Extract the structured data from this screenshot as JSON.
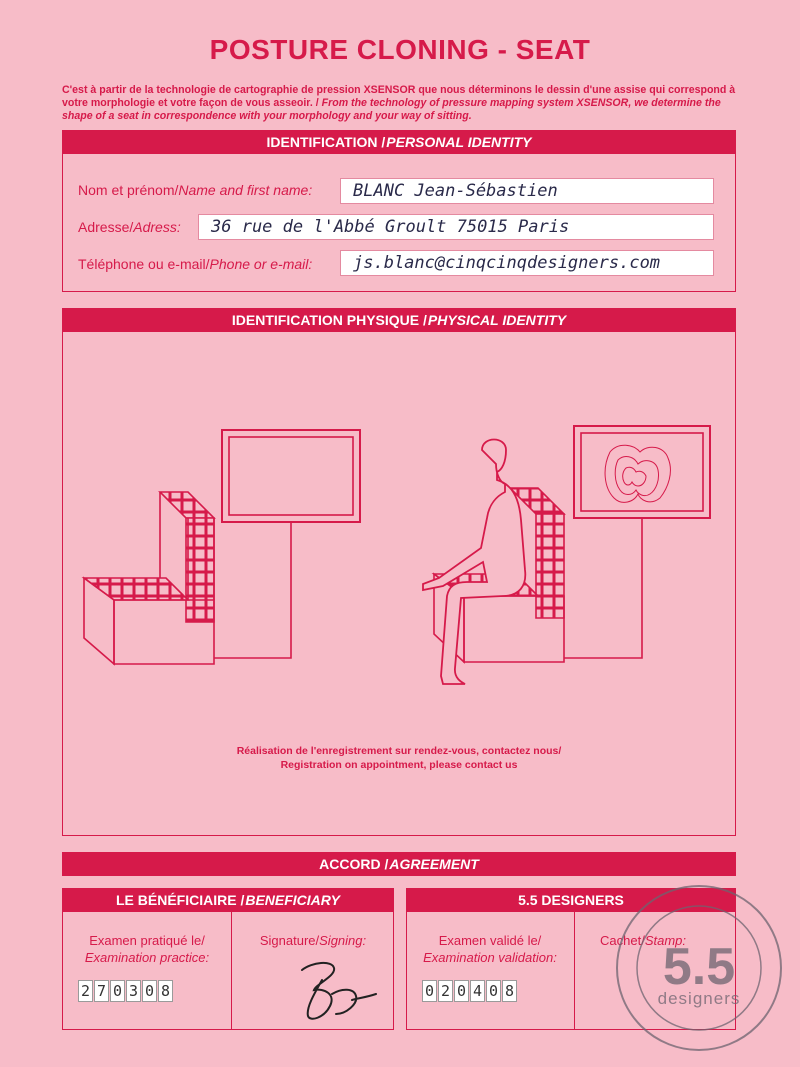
{
  "header": {
    "title": "POSTURE CLONING - SEAT",
    "intro_fr": "C'est à partir de la technologie de cartographie de pression XSENSOR que nous déterminons le dessin d'une assise qui correspond à votre morphologie et votre façon de vous asseoir. /",
    "intro_en": "From the technology of pressure mapping system XSENSOR, we determine the shape of a seat in correspondence with your morphology and your way of sitting."
  },
  "identification": {
    "bar_fr": "IDENTIFICATION /",
    "bar_en": "PERSONAL IDENTITY",
    "name_label_fr": "Nom et prénom/",
    "name_label_en": "Name and first name:",
    "name_value": "BLANC Jean-Sébastien",
    "address_label_fr": "Adresse/",
    "address_label_en": "Adress:",
    "address_value": "36 rue de l'Abbé Groult 75015 Paris",
    "phone_label_fr": "Téléphone ou e-mail/",
    "phone_label_en": "Phone or e-mail:",
    "phone_value": "js.blanc@cinqcinqdesigners.com"
  },
  "physical": {
    "bar_fr": "IDENTIFICATION PHYSIQUE /",
    "bar_en": "PHYSICAL IDENTITY",
    "note_fr": "Réalisation de l'enregistrement sur rendez-vous, contactez nous/",
    "note_en": "Registration on appointment, please contact us"
  },
  "agreement": {
    "bar_fr": "ACCORD /",
    "bar_en": "AGREEMENT",
    "beneficiary": {
      "bar_fr": "LE BÉNÉFICIAIRE /",
      "bar_en": "BENEFICIARY",
      "exam_label_fr": "Examen pratiqué le/",
      "exam_label_en": "Examination practice:",
      "exam_date": [
        "2",
        "7",
        "0",
        "3",
        "0",
        "8"
      ],
      "signature_label_fr": "Signature/",
      "signature_label_en": "Signing:"
    },
    "designers": {
      "bar": "5.5 DESIGNERS",
      "exam_label_fr": "Examen validé le/",
      "exam_label_en": "Examination validation:",
      "exam_date": [
        "0",
        "2",
        "0",
        "4",
        "0",
        "8"
      ],
      "stamp_label_fr": "Cachet/",
      "stamp_label_en": "Stamp:"
    }
  },
  "colors": {
    "brand": "#d61a4a",
    "paper": "#f7bcc8"
  }
}
